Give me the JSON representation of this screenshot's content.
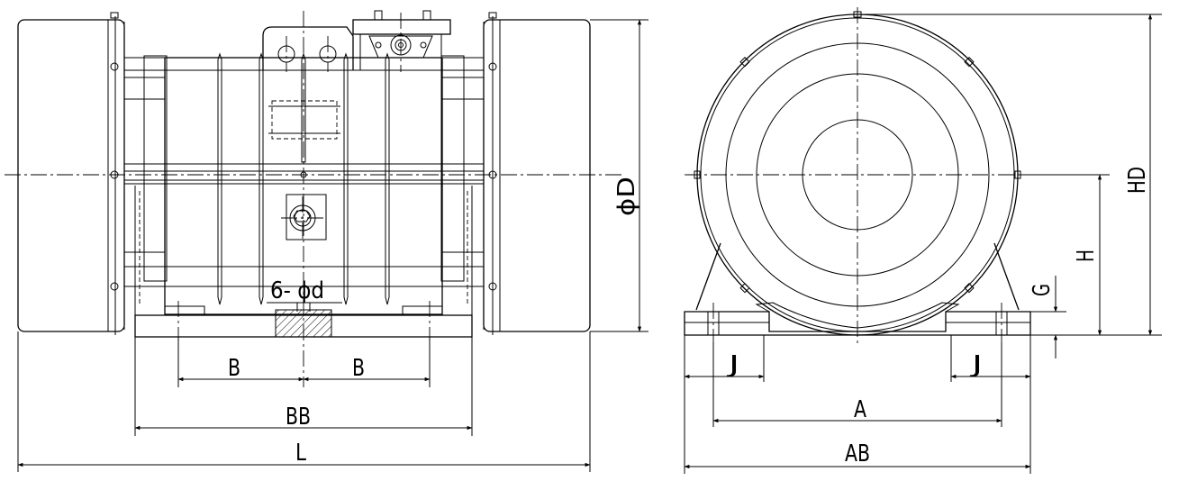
{
  "side_view": {
    "labels": {
      "B_left": "B",
      "B_right": "B",
      "BB": "BB",
      "L": "L",
      "hole": "6- ϕd",
      "diameter": "ϕD"
    }
  },
  "front_view": {
    "labels": {
      "J_left": "J",
      "J_right": "J",
      "A": "A",
      "AB": "AB",
      "G": "G",
      "H": "H",
      "HD": "HD"
    }
  },
  "colors": {
    "line": "#000000",
    "background": "#ffffff"
  }
}
